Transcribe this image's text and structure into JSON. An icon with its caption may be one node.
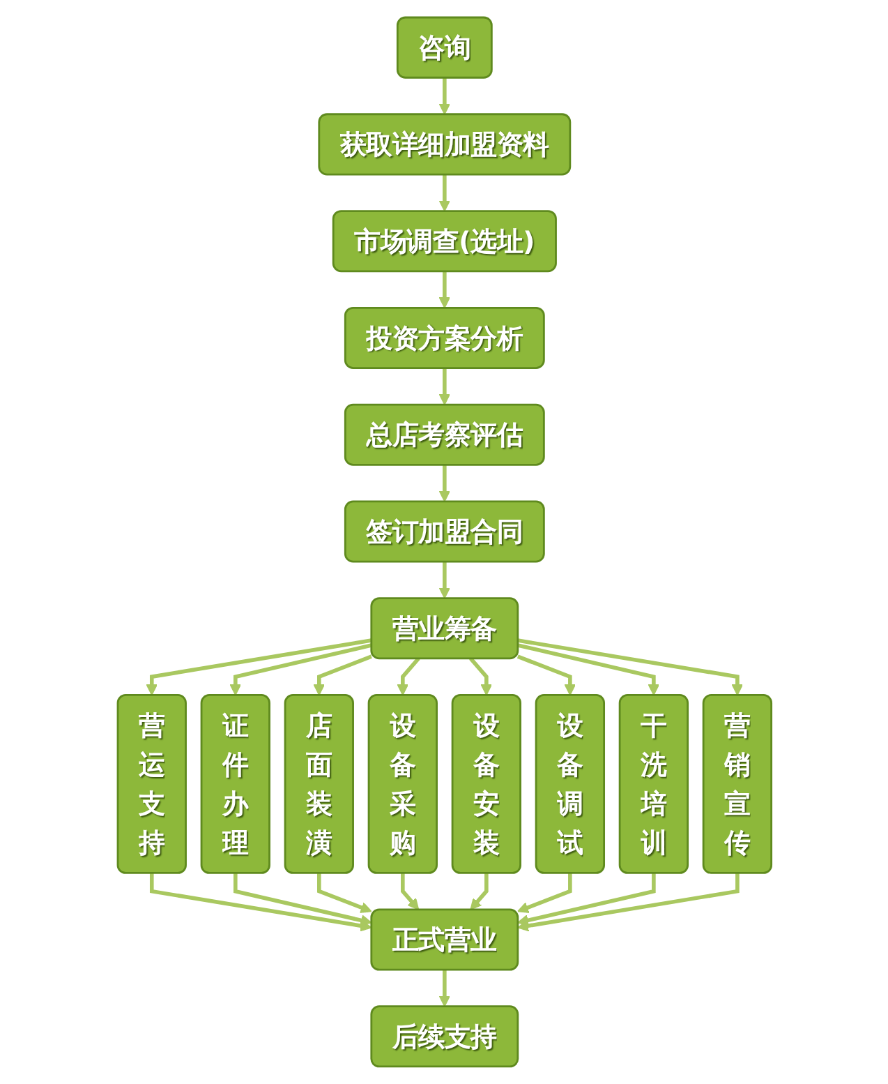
{
  "diagram": {
    "nodes": [
      {
        "text": [
          "咨询"
        ]
      },
      {
        "text": [
          "获取详细加盟资料"
        ]
      },
      {
        "text": [
          "市场调查(选址)"
        ]
      },
      {
        "text": [
          "投资方案分析"
        ]
      },
      {
        "text": [
          "总店考察评估"
        ]
      },
      {
        "text": [
          "签订加盟合同"
        ]
      },
      {
        "text": [
          "营业筹备"
        ]
      },
      {
        "text": [
          "营运支持"
        ]
      },
      {
        "text": [
          "证件办理"
        ]
      },
      {
        "text": [
          "店面装潢"
        ]
      },
      {
        "text": [
          "设备采购"
        ]
      },
      {
        "text": [
          "设备安装"
        ]
      },
      {
        "text": [
          "设备调试"
        ]
      },
      {
        "text": [
          "干洗培训"
        ]
      },
      {
        "text": [
          "营销宣传"
        ]
      },
      {
        "text": [
          "正式营业"
        ]
      },
      {
        "text": [
          "后续支持"
        ]
      }
    ],
    "edges": [
      {
        "from": 0,
        "to": 1,
        "arrow": "to"
      },
      {
        "from": 1,
        "to": 2,
        "arrow": "to"
      },
      {
        "from": 2,
        "to": 3,
        "arrow": "to"
      },
      {
        "from": 3,
        "to": 4,
        "arrow": "to"
      },
      {
        "from": 4,
        "to": 5,
        "arrow": "to"
      },
      {
        "from": 5,
        "to": 6,
        "arrow": "to"
      },
      {
        "from": 6,
        "to": 7,
        "arrow": "to"
      },
      {
        "from": 6,
        "to": 8,
        "arrow": "to"
      },
      {
        "from": 6,
        "to": 9,
        "arrow": "to"
      },
      {
        "from": 6,
        "to": 10,
        "arrow": "to"
      },
      {
        "from": 6,
        "to": 11,
        "arrow": "to"
      },
      {
        "from": 6,
        "to": 12,
        "arrow": "to"
      },
      {
        "from": 6,
        "to": 13,
        "arrow": "to"
      },
      {
        "from": 6,
        "to": 14,
        "arrow": "to"
      },
      {
        "from": 7,
        "to": 15,
        "arrow": "to"
      },
      {
        "from": 8,
        "to": 15,
        "arrow": "to"
      },
      {
        "from": 9,
        "to": 15,
        "arrow": "to"
      },
      {
        "from": 10,
        "to": 15,
        "arrow": "to"
      },
      {
        "from": 11,
        "to": 15,
        "arrow": "to"
      },
      {
        "from": 12,
        "to": 15,
        "arrow": "to"
      },
      {
        "from": 13,
        "to": 15,
        "arrow": "to"
      },
      {
        "from": 14,
        "to": 15,
        "arrow": "to"
      },
      {
        "from": 15,
        "to": 16,
        "arrow": "to"
      }
    ]
  }
}
